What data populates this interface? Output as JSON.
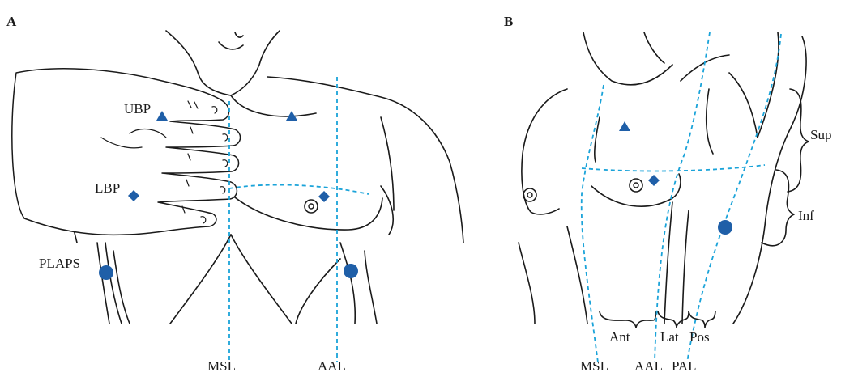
{
  "colors": {
    "guide_line": "#1aa3d9",
    "marker": "#1f5fa8",
    "ink": "#1a1a1a"
  },
  "panels": [
    {
      "label": "A",
      "point_labels": {
        "upper": "UBP",
        "lower": "LBP",
        "plaps": "PLAPS"
      },
      "line_labels": {
        "msl": "MSL",
        "aal": "AAL"
      }
    },
    {
      "label": "B",
      "line_labels": {
        "msl": "MSL",
        "aal": "AAL",
        "pal": "PAL"
      },
      "zone_labels": {
        "ant": "Ant",
        "lat": "Lat",
        "pos": "Pos",
        "sup": "Sup",
        "inf": "Inf"
      }
    }
  ],
  "marker_shapes": {
    "upper_point": "triangle",
    "lower_point": "diamond",
    "plaps_point": "circle"
  }
}
